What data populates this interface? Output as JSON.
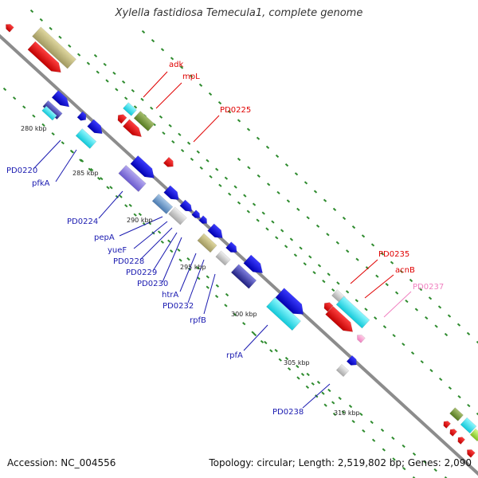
{
  "header": {
    "title": "Xylella fastidiosa Temecula1, complete genome"
  },
  "footer": {
    "accession": "Accession: NC_004556",
    "info": "Topology: circular; Length: 2,519,802 bp; Genes: 2,090"
  },
  "ticks": [
    {
      "text": "280 kbp"
    },
    {
      "text": "285 kbp"
    },
    {
      "text": "290 kbp"
    },
    {
      "text": "295 kbp"
    },
    {
      "text": "300 kbp"
    },
    {
      "text": "305 kbp"
    },
    {
      "text": "310 kbp"
    }
  ],
  "gene_labels": [
    {
      "text": "adk",
      "color": "#e00000"
    },
    {
      "text": "mpL",
      "color": "#e00000"
    },
    {
      "text": "PD0225",
      "color": "#e00000"
    },
    {
      "text": "PD0220",
      "color": "#1a1ab0"
    },
    {
      "text": "pfkA",
      "color": "#1a1ab0"
    },
    {
      "text": "PD0224",
      "color": "#1a1ab0"
    },
    {
      "text": "pepA",
      "color": "#1a1ab0"
    },
    {
      "text": "yueF",
      "color": "#1a1ab0"
    },
    {
      "text": "PD0228",
      "color": "#1a1ab0"
    },
    {
      "text": "PD0229",
      "color": "#1a1ab0"
    },
    {
      "text": "PD0230",
      "color": "#1a1ab0"
    },
    {
      "text": "htrA",
      "color": "#1a1ab0"
    },
    {
      "text": "PD0232",
      "color": "#1a1ab0"
    },
    {
      "text": "rpfB",
      "color": "#1a1ab0"
    },
    {
      "text": "rpfA",
      "color": "#1a1ab0"
    },
    {
      "text": "PD0238",
      "color": "#1a1ab0"
    },
    {
      "text": "PD0235",
      "color": "#e00000"
    },
    {
      "text": "acnB",
      "color": "#e00000"
    },
    {
      "text": "PD0237",
      "color": "#f080c0"
    }
  ],
  "colors": {
    "backbone": "#8c8c8c",
    "grid_dots": "#2e8b2e",
    "tick_label": "#222222"
  }
}
